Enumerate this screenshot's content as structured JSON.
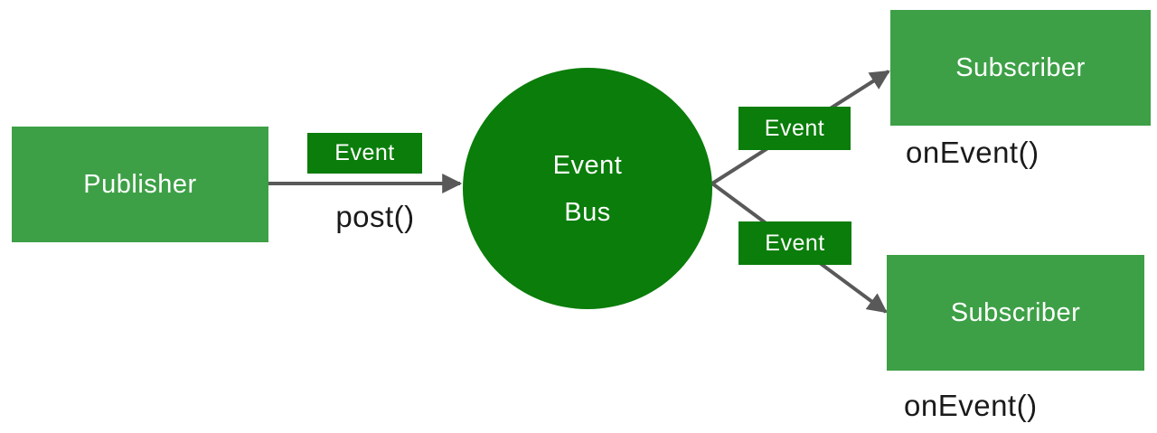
{
  "diagram": {
    "publisher": {
      "label": "Publisher",
      "method_label": "post()",
      "event_badge": "Event"
    },
    "event_bus": {
      "line1": "Event",
      "line2": "Bus"
    },
    "subscribers": [
      {
        "label": "Subscriber",
        "method_label": "onEvent()",
        "event_badge": "Event"
      },
      {
        "label": "Subscriber",
        "method_label": "onEvent()",
        "event_badge": "Event"
      }
    ],
    "colors": {
      "node-green": "#3da046",
      "bus-green": "#0a7d0a",
      "arrow-gray": "#595959",
      "code-text": "#1a1a1a",
      "node-text": "#ffffff",
      "bg": "#ffffff"
    }
  }
}
